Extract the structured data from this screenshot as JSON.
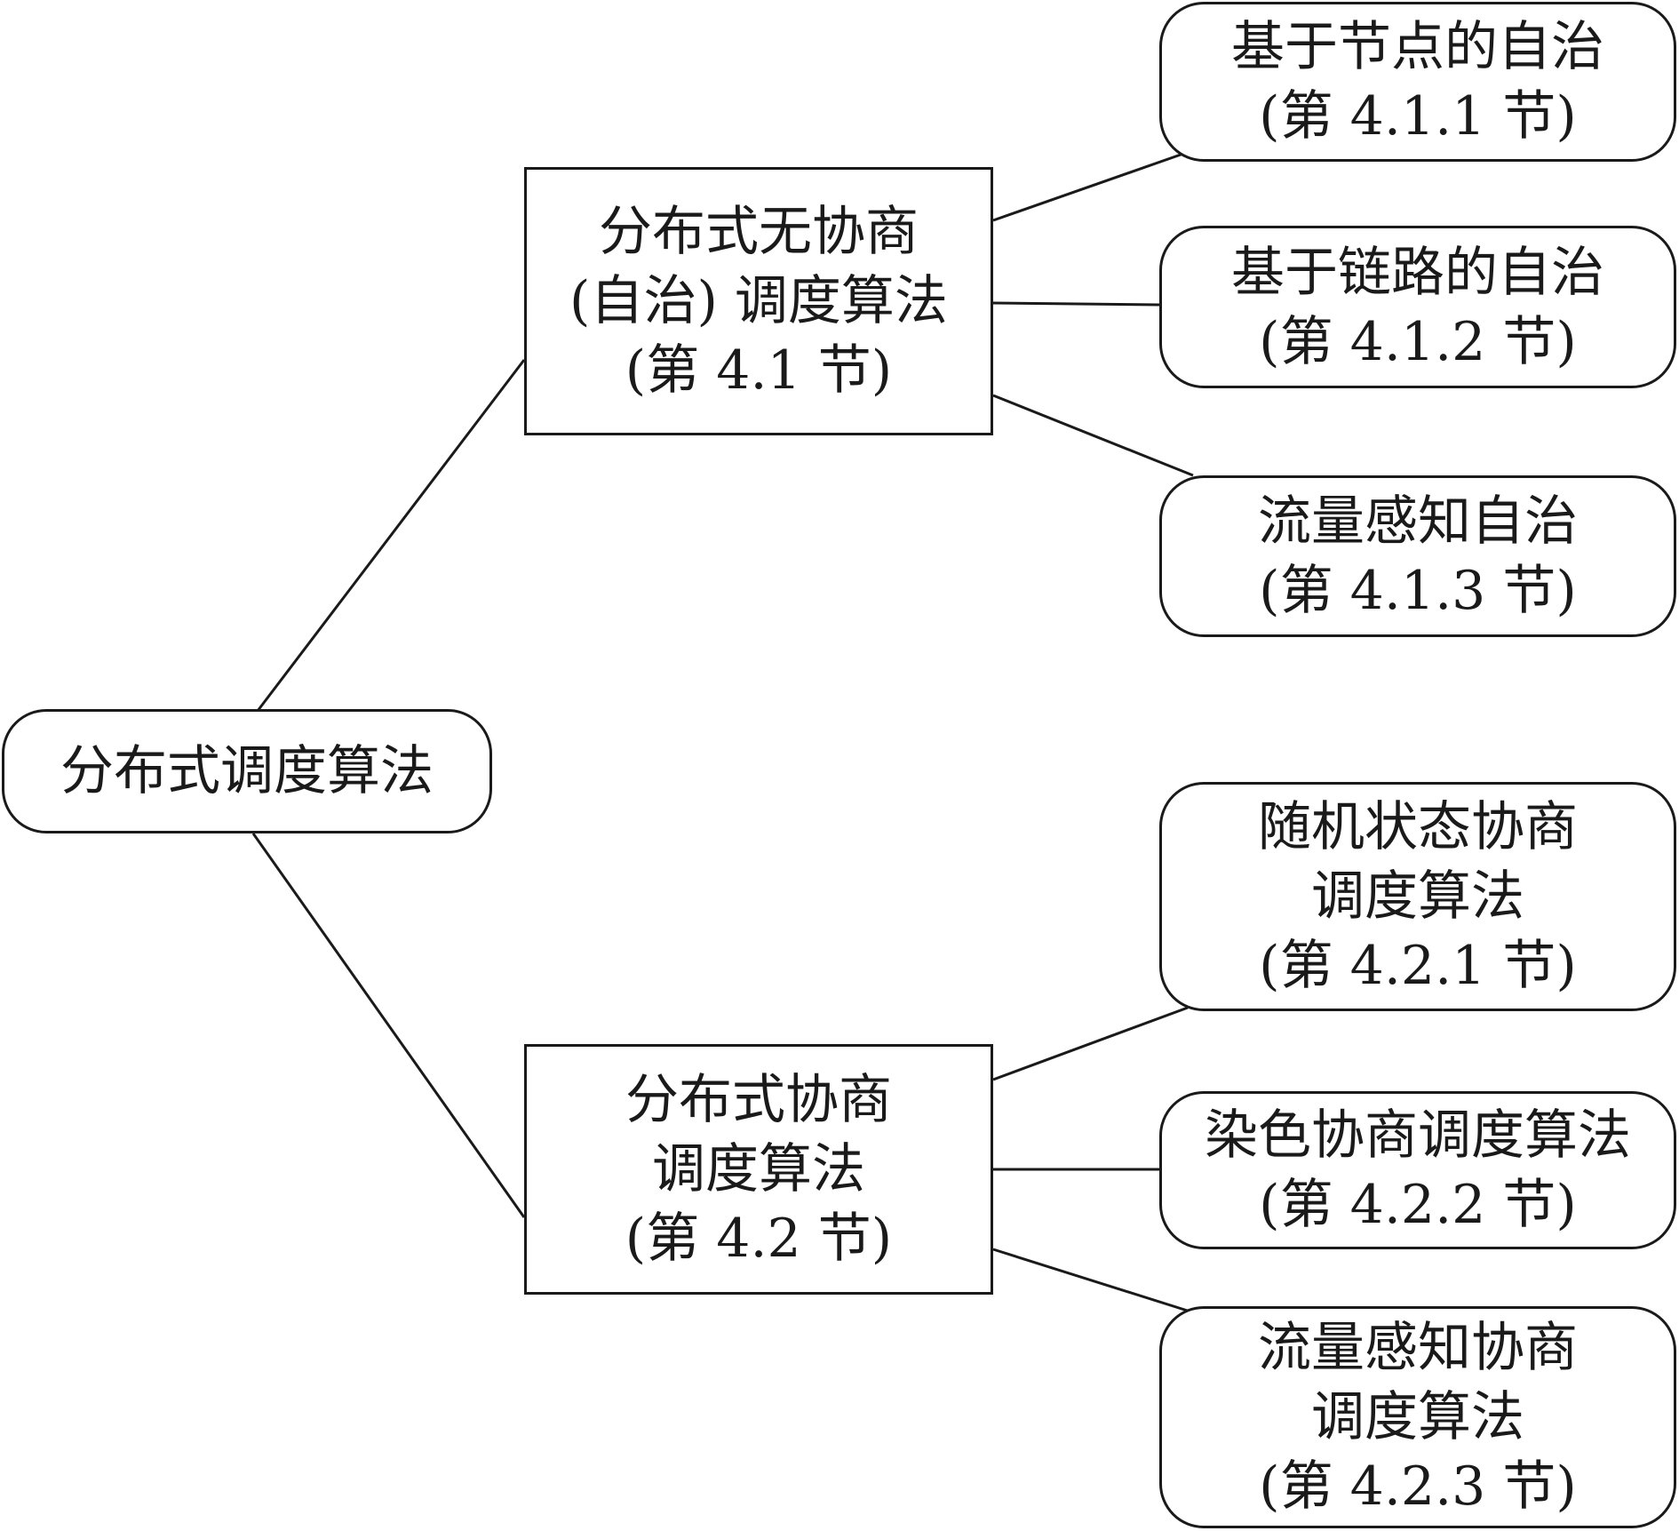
{
  "root": {
    "text": "分布式调度算法"
  },
  "branches": [
    {
      "lines": [
        "分布式无协商",
        "(自治) 调度算法",
        "(第 4.1 节)"
      ],
      "children": [
        {
          "lines": [
            "基于节点的自治",
            "(第 4.1.1 节)"
          ]
        },
        {
          "lines": [
            "基于链路的自治",
            "(第 4.1.2 节)"
          ]
        },
        {
          "lines": [
            "流量感知自治",
            "(第 4.1.3 节)"
          ]
        }
      ]
    },
    {
      "lines": [
        "分布式协商",
        "调度算法",
        "(第 4.2 节)"
      ],
      "children": [
        {
          "lines": [
            "随机状态协商",
            "调度算法",
            "(第 4.2.1 节)"
          ]
        },
        {
          "lines": [
            "染色协商调度算法",
            "(第 4.2.2 节)"
          ]
        },
        {
          "lines": [
            "流量感知协商",
            "调度算法",
            "(第 4.2.3 节)"
          ]
        }
      ]
    }
  ]
}
